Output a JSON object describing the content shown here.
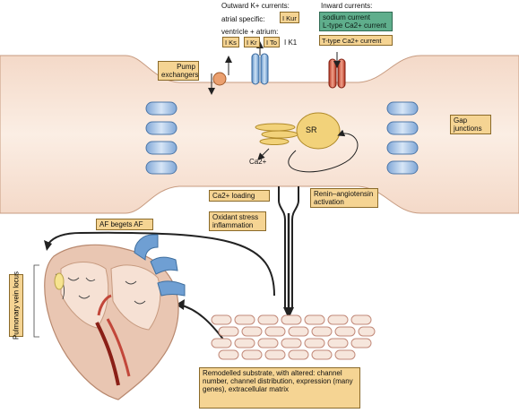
{
  "outward": {
    "title": "Outward K+ currents:",
    "atrial_label": "atrial specific:",
    "ikur": "I Kur",
    "ventricle_label": "ventricle + atrium:",
    "iks": "I Ks",
    "ikr": "I Kr",
    "ito": "I To",
    "ik1": "I K1"
  },
  "inward": {
    "title": "Inward currents:",
    "sodium": "sodium current",
    "ltype": "L-type Ca2+ current",
    "ttype": "T-type Ca2+ current"
  },
  "labels": {
    "pump": "Pump exchangers",
    "gap": "Gap junctions",
    "sr": "SR",
    "ca": "Ca2+",
    "ca_loading": "Ca2+ loading",
    "renin": "Renin–angiotensin activation",
    "oxidant": "Oxidant stress inflammation",
    "af": "AF begets AF",
    "pulmonary": "Pulmonary vein locus",
    "remodelled": "Remodelled substrate, with altered: channel number, channel distribution, expression (many genes), extracellular matrix"
  }
}
